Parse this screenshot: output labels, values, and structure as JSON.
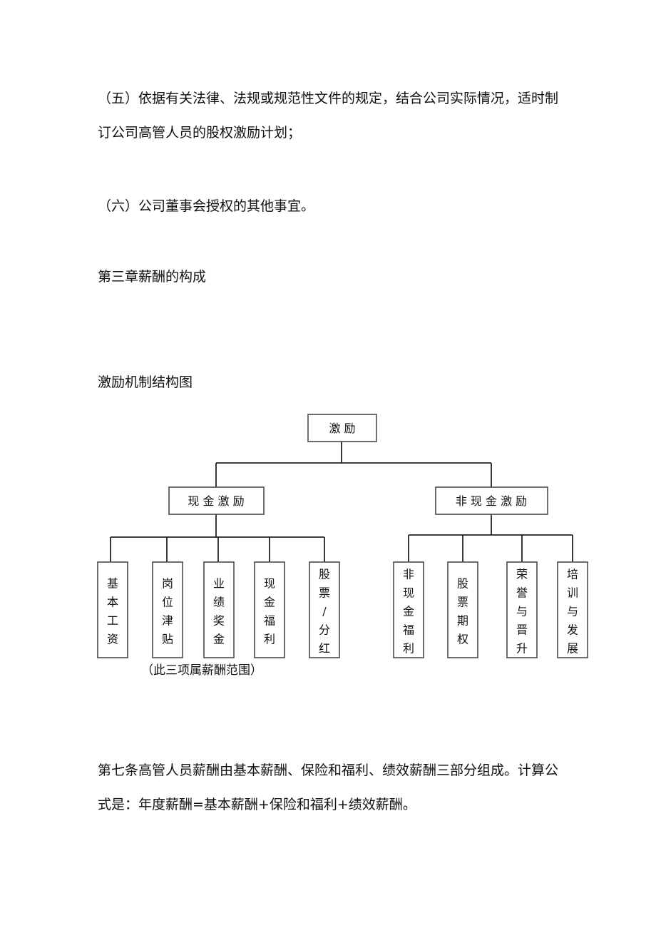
{
  "paragraphs": {
    "p1": "（五）依据有关法律、法规或规范性文件的规定，结合公司实际情况，适时制订公司高管人员的股权激励计划；",
    "p2": "（六）公司董事会授权的其他事宜。",
    "chapter_title": "第三章薪酬的构成",
    "diagram_title": "激励机制结构图",
    "p3": "第七条高管人员薪酬由基本薪酬、保险和福利、绩效薪酬三部分组成。计算公式是：年度薪酬=基本薪酬+保险和福利+绩效薪酬。"
  },
  "diagram": {
    "root": "激 励",
    "branches": [
      {
        "label": "现 金 激 励",
        "children": [
          "基本工资",
          "岗位津贴",
          "业绩奖金",
          "现金福利",
          "股票/分红"
        ]
      },
      {
        "label": "非 现 金 激 励",
        "children": [
          "非现金福利",
          "股票期权",
          "荣誉与晋升",
          "培训与发展"
        ]
      }
    ],
    "note": "（此三项属薪酬范围）"
  }
}
